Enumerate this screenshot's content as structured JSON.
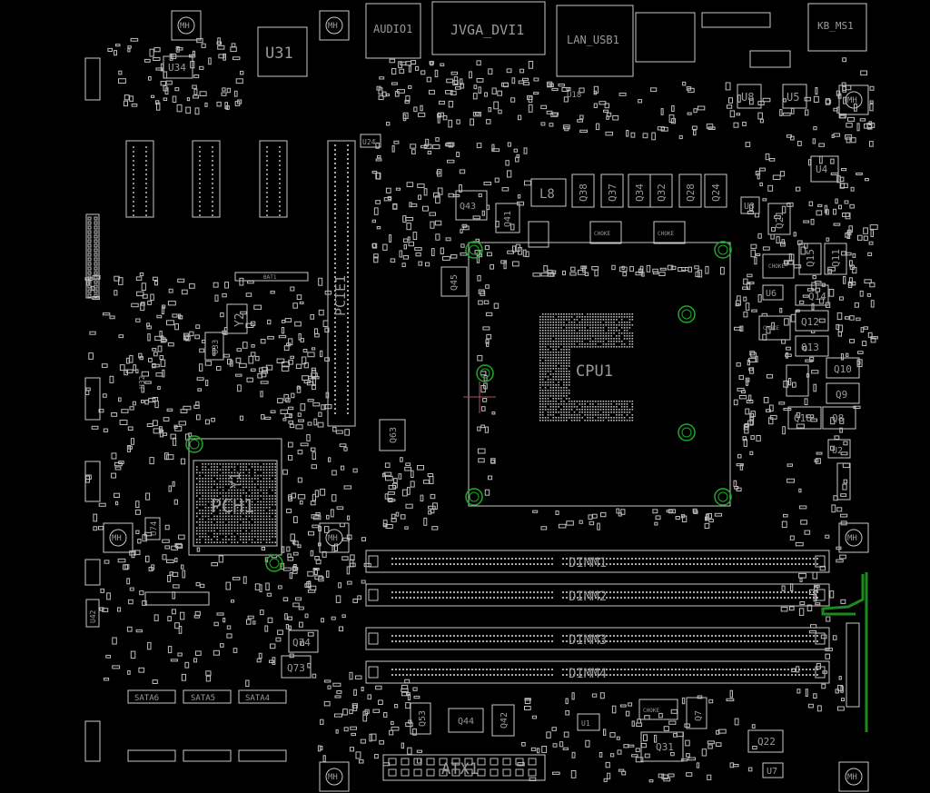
{
  "view": {
    "background": "#000000",
    "outline_color": "#c8c8c8",
    "mount_hole_color": "#1faa2a",
    "trace_color": "#1e8a1e",
    "cursor_color": "#b05060"
  },
  "labels": {
    "audio": "AUDIO1",
    "vga_dvi": "JVGA_DVI1",
    "lan_usb": "LAN_USB1",
    "kb_ms": "KB_MS1",
    "u31": "U31",
    "u34": "U34",
    "u8": "U8",
    "u5": "U5",
    "u4": "U4",
    "u24": "U24",
    "u18": "U18",
    "l8": "L8",
    "q43": "Q43",
    "q41": "Q41",
    "q38": "Q38",
    "q37": "Q37",
    "q34": "Q34",
    "q32": "Q32",
    "q28": "Q28",
    "q24": "Q24",
    "u3": "U3",
    "q21": "Q21",
    "q15": "Q15",
    "q11": "Q11",
    "u6": "U6",
    "q14": "Q14",
    "q12": "Q12",
    "q13": "Q13",
    "q10": "Q10",
    "q9": "Q9",
    "q18": "Q18",
    "q8": "Q8",
    "u2": "U2",
    "q45": "Q45",
    "q63": "Q63",
    "cpu1": "CPU1",
    "pch1": "PCH1",
    "pcie1": "PCIE1",
    "bat1": "BAT1",
    "y2": "Y2",
    "y1": "Y1",
    "u33": "U33",
    "u32": "U32",
    "u74": "U74",
    "q74": "Q74",
    "q73": "Q73",
    "u42": "U42",
    "dimm1": "DIMM1",
    "dimm2": "DIMM2",
    "dimm3": "DIMM3",
    "dimm4": "DIMM4",
    "sata6": "SATA6",
    "sata5": "SATA5",
    "sata4": "SATA4",
    "atx1": "ATX1",
    "q53": "Q53",
    "q44": "Q44",
    "q42": "Q42",
    "u1": "U1",
    "q31": "Q31",
    "q22": "Q22",
    "q7": "Q7",
    "u7": "U7",
    "choke": "CHOKE",
    "mh": "MH"
  }
}
